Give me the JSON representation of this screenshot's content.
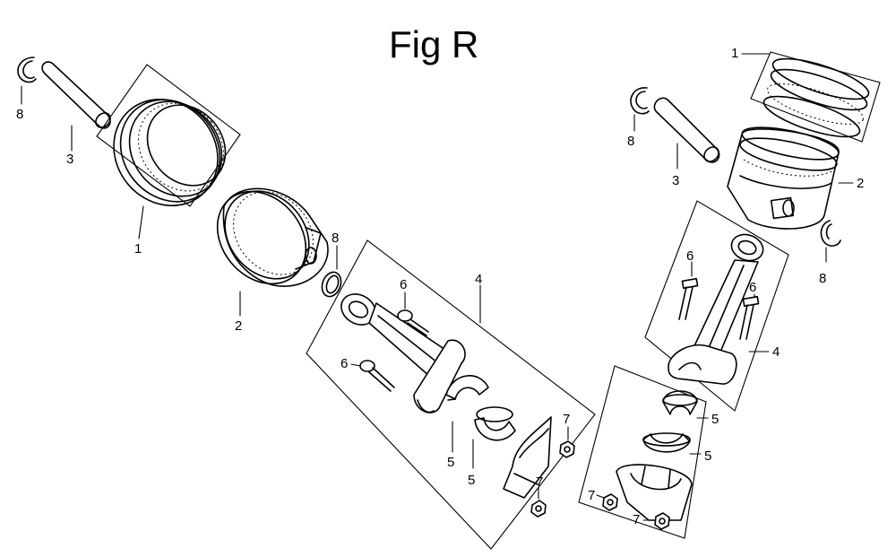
{
  "title": "Fig R",
  "labels": {
    "left": {
      "clip_a": "8",
      "pin": "3",
      "rings": "1",
      "piston": "2",
      "clip_b": "8",
      "rod_assy": "4",
      "bolt_a": "6",
      "bolt_b": "6",
      "bearing_a": "5",
      "bearing_b": "5",
      "nut_a": "7",
      "nut_b": "7"
    },
    "right": {
      "rings": "1",
      "clip_a": "8",
      "pin": "3",
      "piston": "2",
      "clip_b": "8",
      "bolt_a": "6",
      "bolt_b": "6",
      "rod_assy": "4",
      "bearing_a": "5",
      "bearing_b": "5",
      "nut_a": "7",
      "nut_b": "7"
    }
  }
}
